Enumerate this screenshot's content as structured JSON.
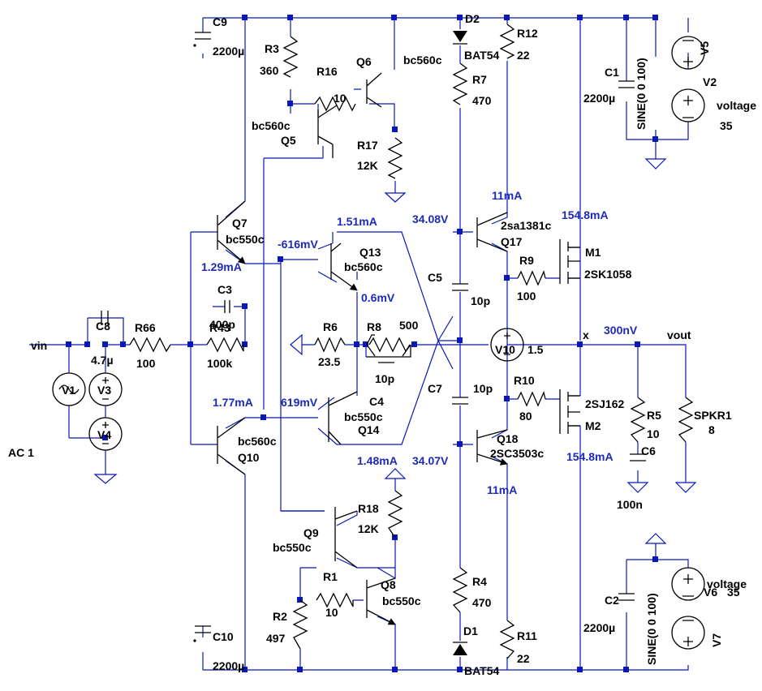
{
  "nets": {
    "vin": "vin",
    "vout": "vout",
    "x": "x"
  },
  "components": {
    "C9": {
      "ref": "C9",
      "value": "2200µ"
    },
    "C10": {
      "ref": "C10",
      "value": "2200µ"
    },
    "C1": {
      "ref": "C1",
      "value": "2200µ"
    },
    "C2": {
      "ref": "C2",
      "value": "2200µ"
    },
    "C8": {
      "ref": "C8",
      "value": "4.7µ"
    },
    "C3": {
      "ref": "C3",
      "value": "400p"
    },
    "C4": {
      "ref": "C4"
    },
    "C5": {
      "ref": "C5",
      "value": "10p"
    },
    "C7": {
      "ref": "C7",
      "value": "10p"
    },
    "C6": {
      "ref": "C6",
      "value": "100n"
    },
    "C_R8": {
      "value": "10p"
    },
    "R3": {
      "ref": "R3",
      "value": "360"
    },
    "R16": {
      "ref": "R16",
      "value": "10"
    },
    "R17": {
      "ref": "R17",
      "value": "12K"
    },
    "R12": {
      "ref": "R12",
      "value": "22"
    },
    "R7": {
      "ref": "R7",
      "value": "470"
    },
    "R66": {
      "ref": "R66",
      "value": "100"
    },
    "R43": {
      "ref": "R43",
      "value": "100k"
    },
    "R6": {
      "ref": "R6",
      "value": "23.5"
    },
    "R8": {
      "ref": "R8",
      "value": "500"
    },
    "R9": {
      "ref": "R9",
      "value": "100"
    },
    "R10": {
      "ref": "R10",
      "value": "80"
    },
    "R5": {
      "ref": "R5",
      "value": "10"
    },
    "R18": {
      "ref": "R18",
      "value": "12K"
    },
    "R1": {
      "ref": "R1",
      "value": "10"
    },
    "R2": {
      "ref": "R2",
      "value": "497"
    },
    "R4": {
      "ref": "R4",
      "value": "470"
    },
    "R11": {
      "ref": "R11",
      "value": "22"
    },
    "SPKR1": {
      "ref": "SPKR1",
      "value": "8"
    },
    "D2": {
      "ref": "D2",
      "value": "BAT54"
    },
    "D1": {
      "ref": "D1",
      "value": "BAT54"
    },
    "Q5": {
      "ref": "Q5",
      "value": "bc560c"
    },
    "Q6": {
      "ref": "Q6",
      "value": "bc560c"
    },
    "Q7": {
      "ref": "Q7",
      "value": "bc550c"
    },
    "Q13": {
      "ref": "Q13",
      "value": "bc560c"
    },
    "Q14": {
      "ref": "Q14",
      "value": "bc550c"
    },
    "Q10": {
      "ref": "Q10",
      "value": "bc560c"
    },
    "Q9": {
      "ref": "Q9",
      "value": "bc550c"
    },
    "Q8": {
      "ref": "Q8",
      "value": "bc550c"
    },
    "Q17": {
      "ref": "Q17",
      "value": "2sa1381c"
    },
    "Q18": {
      "ref": "Q18",
      "value": "2SC3503c"
    },
    "M1": {
      "ref": "M1",
      "value": "2SK1058"
    },
    "M2": {
      "ref": "M2",
      "value": "2SJ162"
    },
    "V1": {
      "ref": "V1"
    },
    "V3": {
      "ref": "V3"
    },
    "V4": {
      "ref": "V4"
    },
    "V10": {
      "ref": "V10",
      "value": "1.5"
    },
    "V5": {
      "ref": "V5"
    },
    "V2": {
      "ref": "V2",
      "value": "voltage",
      "value2": "35"
    },
    "V6": {
      "ref": "V6",
      "value": "35",
      "value2": "voltage"
    },
    "V7": {
      "ref": "V7"
    },
    "sine_top": "SINE(0 0 100)",
    "sine_bot": "SINE(0 0 100)",
    "ac": "AC 1"
  },
  "op_labels": {
    "i_q17": "11mA",
    "i_m1": "154.8mA",
    "i_q13": "1.51mA",
    "v_q17b": "34.08V",
    "v_q13b": "-616mV",
    "i_q7": "1.29mA",
    "v_mid": "0.6mV",
    "v_out": "300nV",
    "i_q10": "1.77mA",
    "v_q14b": "619mV",
    "i_q14": "1.48mA",
    "v_q18b": "34.07V",
    "i_m2": "154.8mA",
    "i_q18": "11mA"
  }
}
